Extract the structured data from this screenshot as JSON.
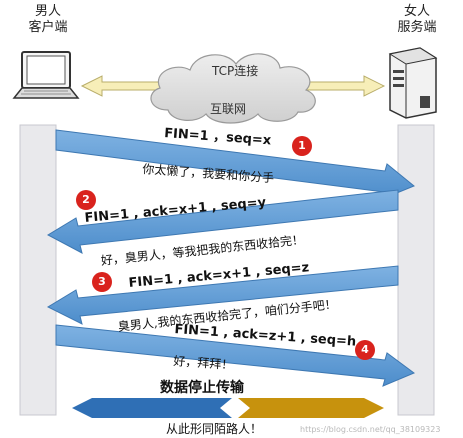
{
  "client": {
    "label_line1": "男人",
    "label_line2": "客户端"
  },
  "server": {
    "label_line1": "女人",
    "label_line2": "服务端"
  },
  "network": {
    "protocol_label": "TCP连接",
    "internet_label": "互联网"
  },
  "steps": [
    {
      "number": "1",
      "message": "FIN=1 ，seq=x",
      "note": "你太懒了，我要和你分手"
    },
    {
      "number": "2",
      "message": "FIN=1 , ack=x+1 , seq=y",
      "note": "好，臭男人，等我把我的东西收拾完！"
    },
    {
      "number": "3",
      "message": "FIN=1 , ack=x+1 , seq=z",
      "note": "臭男人,我的东西收拾完了，咱们分手吧！"
    },
    {
      "number": "4",
      "message": "FIN=1 , ack=z+1 , seq=h",
      "note": "好，拜拜！"
    }
  ],
  "footer": {
    "stop_label": "数据停止传输",
    "farewell_label": "从此形同陌路人！",
    "watermark": "https://blog.csdn.net/qq_38109323"
  },
  "colors": {
    "arrow_blue": "#5b9bd5",
    "arrow_edge": "#3e78b2",
    "step_red": "#d9231d",
    "connection_yellow": "#f7eeb8",
    "cloud_gray": "#dcdcdc",
    "banner_blue": "#2f6fb5",
    "banner_gold": "#c7920d"
  }
}
